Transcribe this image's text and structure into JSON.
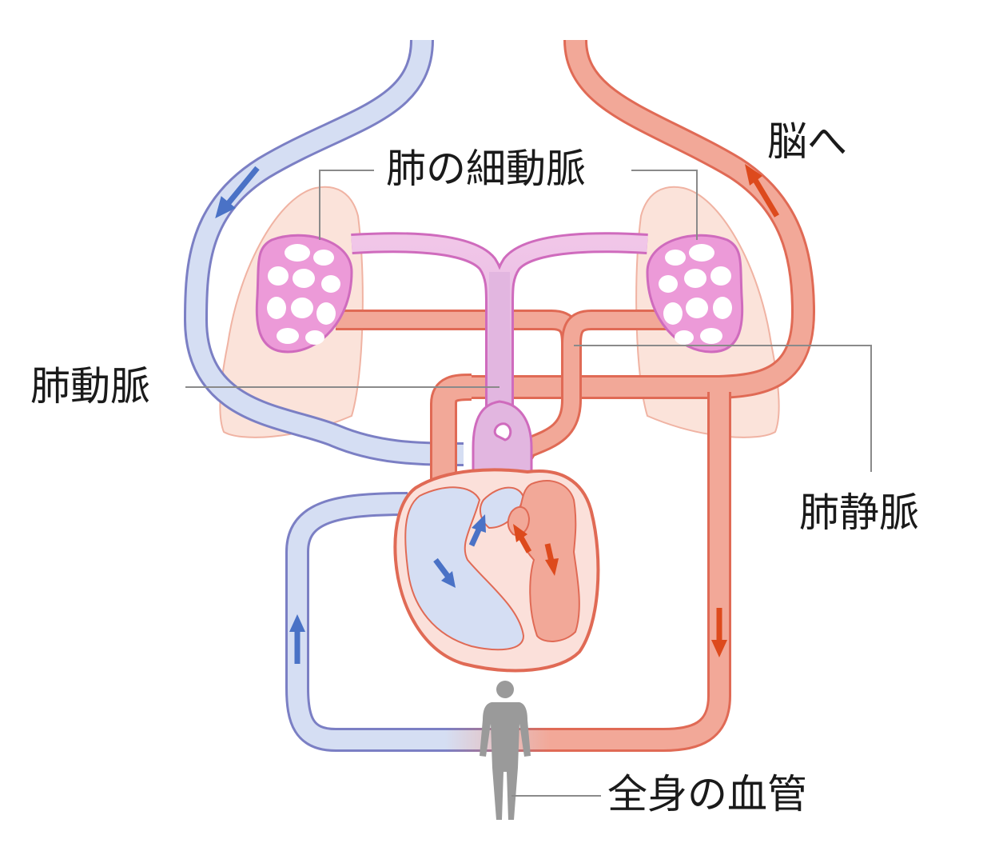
{
  "labels": {
    "pulmonary_capillaries": "肺の細動脈",
    "pulmonary_artery": "肺動脈",
    "pulmonary_vein": "肺静脈",
    "to_brain": "脳へ",
    "systemic_vessels": "全身の血管"
  },
  "colors": {
    "venous_fill": "#d5def3",
    "venous_edge": "#7b7fc4",
    "arterial_fill": "#f2a898",
    "arterial_edge": "#e06a55",
    "pulmonary_artery_fill": "#e6bce0",
    "capillary_fill": "#ec9ad8",
    "capillary_edge": "#cf6bbd",
    "lung_fill": "#fbe3da",
    "lung_edge": "#f0b3a3",
    "arrow_blue": "#4a72c6",
    "arrow_red": "#dd4a1d",
    "figure_gray": "#9a9a9a",
    "leader_line": "#8a8a8a"
  }
}
